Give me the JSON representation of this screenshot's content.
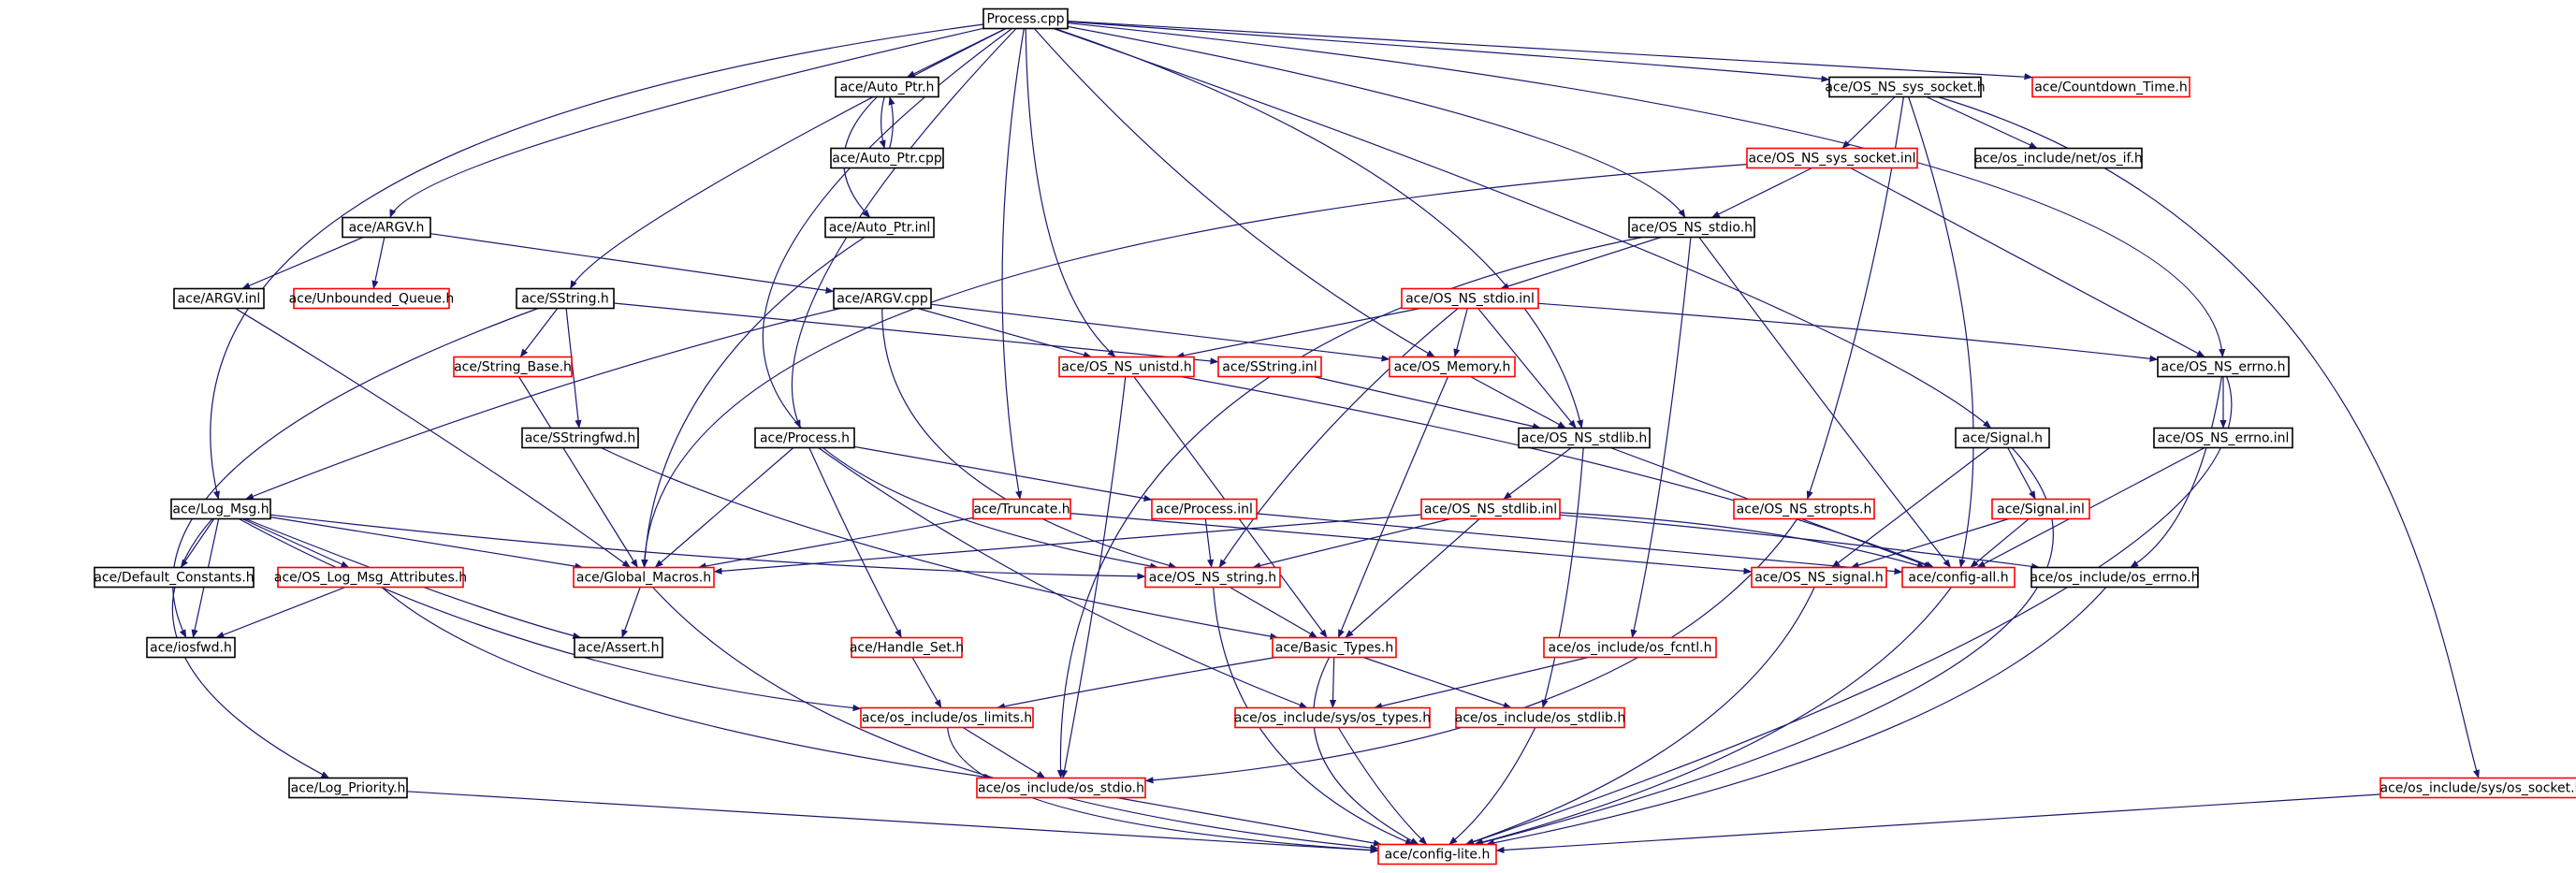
{
  "diagram": {
    "colors": {
      "root_fill": "#bfbfbf",
      "normal_border": "#000000",
      "warn_border": "#ff0000",
      "edge": "#191970"
    },
    "nodes": [
      {
        "id": "process_cpp",
        "label": "Process.cpp",
        "kind": "root"
      },
      {
        "id": "auto_ptr_h",
        "label": "ace/Auto_Ptr.h",
        "kind": "normal"
      },
      {
        "id": "auto_ptr_cpp",
        "label": "ace/Auto_Ptr.cpp",
        "kind": "normal"
      },
      {
        "id": "auto_ptr_inl",
        "label": "ace/Auto_Ptr.inl",
        "kind": "normal"
      },
      {
        "id": "os_ns_sys_socket_h",
        "label": "ace/OS_NS_sys_socket.h",
        "kind": "normal"
      },
      {
        "id": "countdown_time_h",
        "label": "ace/Countdown_Time.h",
        "kind": "warn"
      },
      {
        "id": "os_ns_sys_socket_inl",
        "label": "ace/OS_NS_sys_socket.inl",
        "kind": "warn"
      },
      {
        "id": "os_if_h",
        "label": "ace/os_include/net/os_if.h",
        "kind": "normal"
      },
      {
        "id": "argv_h",
        "label": "ace/ARGV.h",
        "kind": "normal"
      },
      {
        "id": "os_ns_stdio_h",
        "label": "ace/OS_NS_stdio.h",
        "kind": "normal"
      },
      {
        "id": "argv_inl",
        "label": "ace/ARGV.inl",
        "kind": "normal"
      },
      {
        "id": "unbounded_queue_h",
        "label": "ace/Unbounded_Queue.h",
        "kind": "warn"
      },
      {
        "id": "sstring_h",
        "label": "ace/SString.h",
        "kind": "normal"
      },
      {
        "id": "argv_cpp",
        "label": "ace/ARGV.cpp",
        "kind": "normal"
      },
      {
        "id": "os_ns_stdio_inl",
        "label": "ace/OS_NS_stdio.inl",
        "kind": "warn"
      },
      {
        "id": "string_base_h",
        "label": "ace/String_Base.h",
        "kind": "warn"
      },
      {
        "id": "os_ns_unistd_h",
        "label": "ace/OS_NS_unistd.h",
        "kind": "warn"
      },
      {
        "id": "sstring_inl",
        "label": "ace/SString.inl",
        "kind": "warn"
      },
      {
        "id": "os_memory_h",
        "label": "ace/OS_Memory.h",
        "kind": "warn"
      },
      {
        "id": "os_ns_errno_h",
        "label": "ace/OS_NS_errno.h",
        "kind": "normal"
      },
      {
        "id": "sstringfwd_h",
        "label": "ace/SStringfwd.h",
        "kind": "normal"
      },
      {
        "id": "process_h",
        "label": "ace/Process.h",
        "kind": "normal"
      },
      {
        "id": "os_ns_stdlib_h",
        "label": "ace/OS_NS_stdlib.h",
        "kind": "normal"
      },
      {
        "id": "signal_h",
        "label": "ace/Signal.h",
        "kind": "normal"
      },
      {
        "id": "os_ns_errno_inl",
        "label": "ace/OS_NS_errno.inl",
        "kind": "normal"
      },
      {
        "id": "log_msg_h",
        "label": "ace/Log_Msg.h",
        "kind": "normal"
      },
      {
        "id": "truncate_h",
        "label": "ace/Truncate.h",
        "kind": "warn"
      },
      {
        "id": "process_inl",
        "label": "ace/Process.inl",
        "kind": "warn"
      },
      {
        "id": "os_ns_stdlib_inl",
        "label": "ace/OS_NS_stdlib.inl",
        "kind": "warn"
      },
      {
        "id": "os_ns_stropts_h",
        "label": "ace/OS_NS_stropts.h",
        "kind": "warn"
      },
      {
        "id": "signal_inl",
        "label": "ace/Signal.inl",
        "kind": "warn"
      },
      {
        "id": "default_constants_h",
        "label": "ace/Default_Constants.h",
        "kind": "normal"
      },
      {
        "id": "os_log_msg_attributes_h",
        "label": "ace/OS_Log_Msg_Attributes.h",
        "kind": "warn"
      },
      {
        "id": "global_macros_h",
        "label": "ace/Global_Macros.h",
        "kind": "warn"
      },
      {
        "id": "os_ns_string_h",
        "label": "ace/OS_NS_string.h",
        "kind": "warn"
      },
      {
        "id": "os_ns_signal_h",
        "label": "ace/OS_NS_signal.h",
        "kind": "warn"
      },
      {
        "id": "config_all_h",
        "label": "ace/config-all.h",
        "kind": "warn"
      },
      {
        "id": "os_errno_h",
        "label": "ace/os_include/os_errno.h",
        "kind": "normal"
      },
      {
        "id": "iosfwd_h",
        "label": "ace/iosfwd.h",
        "kind": "normal"
      },
      {
        "id": "assert_h",
        "label": "ace/Assert.h",
        "kind": "normal"
      },
      {
        "id": "handle_set_h",
        "label": "ace/Handle_Set.h",
        "kind": "warn"
      },
      {
        "id": "basic_types_h",
        "label": "ace/Basic_Types.h",
        "kind": "warn"
      },
      {
        "id": "os_fcntl_h",
        "label": "ace/os_include/os_fcntl.h",
        "kind": "warn"
      },
      {
        "id": "os_limits_h",
        "label": "ace/os_include/os_limits.h",
        "kind": "warn"
      },
      {
        "id": "os_types_h",
        "label": "ace/os_include/sys/os_types.h",
        "kind": "warn"
      },
      {
        "id": "os_stdlib_h",
        "label": "ace/os_include/os_stdlib.h",
        "kind": "warn"
      },
      {
        "id": "log_priority_h",
        "label": "ace/Log_Priority.h",
        "kind": "normal"
      },
      {
        "id": "os_stdio_h",
        "label": "ace/os_include/os_stdio.h",
        "kind": "warn"
      },
      {
        "id": "os_socket_h",
        "label": "ace/os_include/sys/os_socket.h",
        "kind": "warn"
      },
      {
        "id": "config_lite_h",
        "label": "ace/config-lite.h",
        "kind": "warn"
      }
    ],
    "edges": [
      [
        "process_cpp",
        "auto_ptr_h"
      ],
      [
        "process_cpp",
        "os_ns_sys_socket_h"
      ],
      [
        "process_cpp",
        "countdown_time_h"
      ],
      [
        "process_cpp",
        "argv_h"
      ],
      [
        "process_cpp",
        "os_ns_stdio_h"
      ],
      [
        "process_cpp",
        "sstring_h"
      ],
      [
        "process_cpp",
        "os_ns_unistd_h"
      ],
      [
        "process_cpp",
        "os_memory_h"
      ],
      [
        "process_cpp",
        "os_ns_errno_h"
      ],
      [
        "process_cpp",
        "process_h"
      ],
      [
        "process_cpp",
        "os_ns_stdlib_h"
      ],
      [
        "process_cpp",
        "signal_h"
      ],
      [
        "process_cpp",
        "log_msg_h"
      ],
      [
        "process_cpp",
        "truncate_h"
      ],
      [
        "process_cpp",
        "os_ns_string_h"
      ],
      [
        "auto_ptr_h",
        "auto_ptr_cpp"
      ],
      [
        "auto_ptr_cpp",
        "auto_ptr_h"
      ],
      [
        "auto_ptr_h",
        "auto_ptr_inl"
      ],
      [
        "auto_ptr_inl",
        "global_macros_h"
      ],
      [
        "os_ns_sys_socket_h",
        "os_ns_sys_socket_inl"
      ],
      [
        "os_ns_sys_socket_h",
        "os_if_h"
      ],
      [
        "os_ns_sys_socket_h",
        "os_ns_stropts_h"
      ],
      [
        "os_ns_sys_socket_h",
        "config_all_h"
      ],
      [
        "os_ns_sys_socket_h",
        "os_socket_h"
      ],
      [
        "os_ns_sys_socket_inl",
        "os_ns_stdio_h"
      ],
      [
        "os_ns_sys_socket_inl",
        "os_ns_errno_h"
      ],
      [
        "os_ns_sys_socket_inl",
        "global_macros_h"
      ],
      [
        "argv_h",
        "argv_inl"
      ],
      [
        "argv_h",
        "unbounded_queue_h"
      ],
      [
        "argv_h",
        "argv_cpp"
      ],
      [
        "argv_inl",
        "global_macros_h"
      ],
      [
        "os_ns_stdio_h",
        "os_ns_stdio_inl"
      ],
      [
        "os_ns_stdio_h",
        "os_stdio_h"
      ],
      [
        "os_ns_stdio_h",
        "os_fcntl_h"
      ],
      [
        "os_ns_stdio_h",
        "config_all_h"
      ],
      [
        "sstring_h",
        "string_base_h"
      ],
      [
        "sstring_h",
        "sstringfwd_h"
      ],
      [
        "sstring_h",
        "sstring_inl"
      ],
      [
        "sstring_h",
        "iosfwd_h"
      ],
      [
        "argv_cpp",
        "os_ns_unistd_h"
      ],
      [
        "argv_cpp",
        "os_memory_h"
      ],
      [
        "argv_cpp",
        "log_msg_h"
      ],
      [
        "argv_cpp",
        "os_ns_string_h"
      ],
      [
        "os_ns_stdio_inl",
        "os_ns_unistd_h"
      ],
      [
        "os_ns_stdio_inl",
        "os_memory_h"
      ],
      [
        "os_ns_stdio_inl",
        "os_ns_stdlib_h"
      ],
      [
        "os_ns_stdio_inl",
        "os_ns_errno_h"
      ],
      [
        "os_ns_stdio_inl",
        "os_ns_string_h"
      ],
      [
        "string_base_h",
        "global_macros_h"
      ],
      [
        "os_ns_unistd_h",
        "basic_types_h"
      ],
      [
        "os_ns_unistd_h",
        "os_stdio_h"
      ],
      [
        "os_ns_unistd_h",
        "config_all_h"
      ],
      [
        "sstring_inl",
        "os_ns_stdlib_h"
      ],
      [
        "os_memory_h",
        "os_ns_stdlib_h"
      ],
      [
        "os_memory_h",
        "basic_types_h"
      ],
      [
        "os_ns_errno_h",
        "os_ns_errno_inl"
      ],
      [
        "os_ns_errno_h",
        "os_errno_h"
      ],
      [
        "os_ns_errno_h",
        "config_lite_h"
      ],
      [
        "os_ns_errno_inl",
        "config_all_h"
      ],
      [
        "sstringfwd_h",
        "basic_types_h"
      ],
      [
        "process_h",
        "process_inl"
      ],
      [
        "process_h",
        "global_macros_h"
      ],
      [
        "process_h",
        "handle_set_h"
      ],
      [
        "process_h",
        "os_types_h"
      ],
      [
        "os_ns_stdlib_h",
        "os_ns_stdlib_inl"
      ],
      [
        "os_ns_stdlib_h",
        "os_stdlib_h"
      ],
      [
        "os_ns_stdlib_h",
        "config_all_h"
      ],
      [
        "signal_h",
        "signal_inl"
      ],
      [
        "signal_h",
        "os_ns_signal_h"
      ],
      [
        "signal_h",
        "config_lite_h"
      ],
      [
        "log_msg_h",
        "default_constants_h"
      ],
      [
        "log_msg_h",
        "os_log_msg_attributes_h"
      ],
      [
        "log_msg_h",
        "global_macros_h"
      ],
      [
        "log_msg_h",
        "assert_h"
      ],
      [
        "log_msg_h",
        "iosfwd_h"
      ],
      [
        "log_msg_h",
        "log_priority_h"
      ],
      [
        "log_msg_h",
        "os_limits_h"
      ],
      [
        "log_msg_h",
        "os_ns_string_h"
      ],
      [
        "truncate_h",
        "global_macros_h"
      ],
      [
        "truncate_h",
        "os_ns_signal_h"
      ],
      [
        "process_inl",
        "os_ns_string_h"
      ],
      [
        "process_inl",
        "config_all_h"
      ],
      [
        "os_ns_stdlib_inl",
        "os_ns_string_h"
      ],
      [
        "os_ns_stdlib_inl",
        "global_macros_h"
      ],
      [
        "os_ns_stdlib_inl",
        "basic_types_h"
      ],
      [
        "os_ns_stdlib_inl",
        "config_all_h"
      ],
      [
        "os_ns_stdlib_inl",
        "os_errno_h"
      ],
      [
        "os_ns_stropts_h",
        "os_stdio_h"
      ],
      [
        "signal_inl",
        "os_ns_signal_h"
      ],
      [
        "signal_inl",
        "config_all_h"
      ],
      [
        "os_log_msg_attributes_h",
        "iosfwd_h"
      ],
      [
        "os_log_msg_attributes_h",
        "os_stdio_h"
      ],
      [
        "global_macros_h",
        "assert_h"
      ],
      [
        "global_macros_h",
        "config_lite_h"
      ],
      [
        "os_ns_string_h",
        "basic_types_h"
      ],
      [
        "os_ns_string_h",
        "config_lite_h"
      ],
      [
        "os_ns_signal_h",
        "config_lite_h"
      ],
      [
        "config_all_h",
        "config_lite_h"
      ],
      [
        "os_errno_h",
        "config_lite_h"
      ],
      [
        "handle_set_h",
        "os_limits_h"
      ],
      [
        "basic_types_h",
        "os_limits_h"
      ],
      [
        "basic_types_h",
        "os_types_h"
      ],
      [
        "basic_types_h",
        "os_stdlib_h"
      ],
      [
        "basic_types_h",
        "config_lite_h"
      ],
      [
        "os_fcntl_h",
        "os_types_h"
      ],
      [
        "os_limits_h",
        "os_stdio_h"
      ],
      [
        "os_limits_h",
        "config_lite_h"
      ],
      [
        "os_types_h",
        "config_lite_h"
      ],
      [
        "os_stdlib_h",
        "config_lite_h"
      ],
      [
        "log_priority_h",
        "config_lite_h"
      ],
      [
        "os_stdio_h",
        "config_lite_h"
      ],
      [
        "os_socket_h",
        "config_lite_h"
      ]
    ]
  }
}
